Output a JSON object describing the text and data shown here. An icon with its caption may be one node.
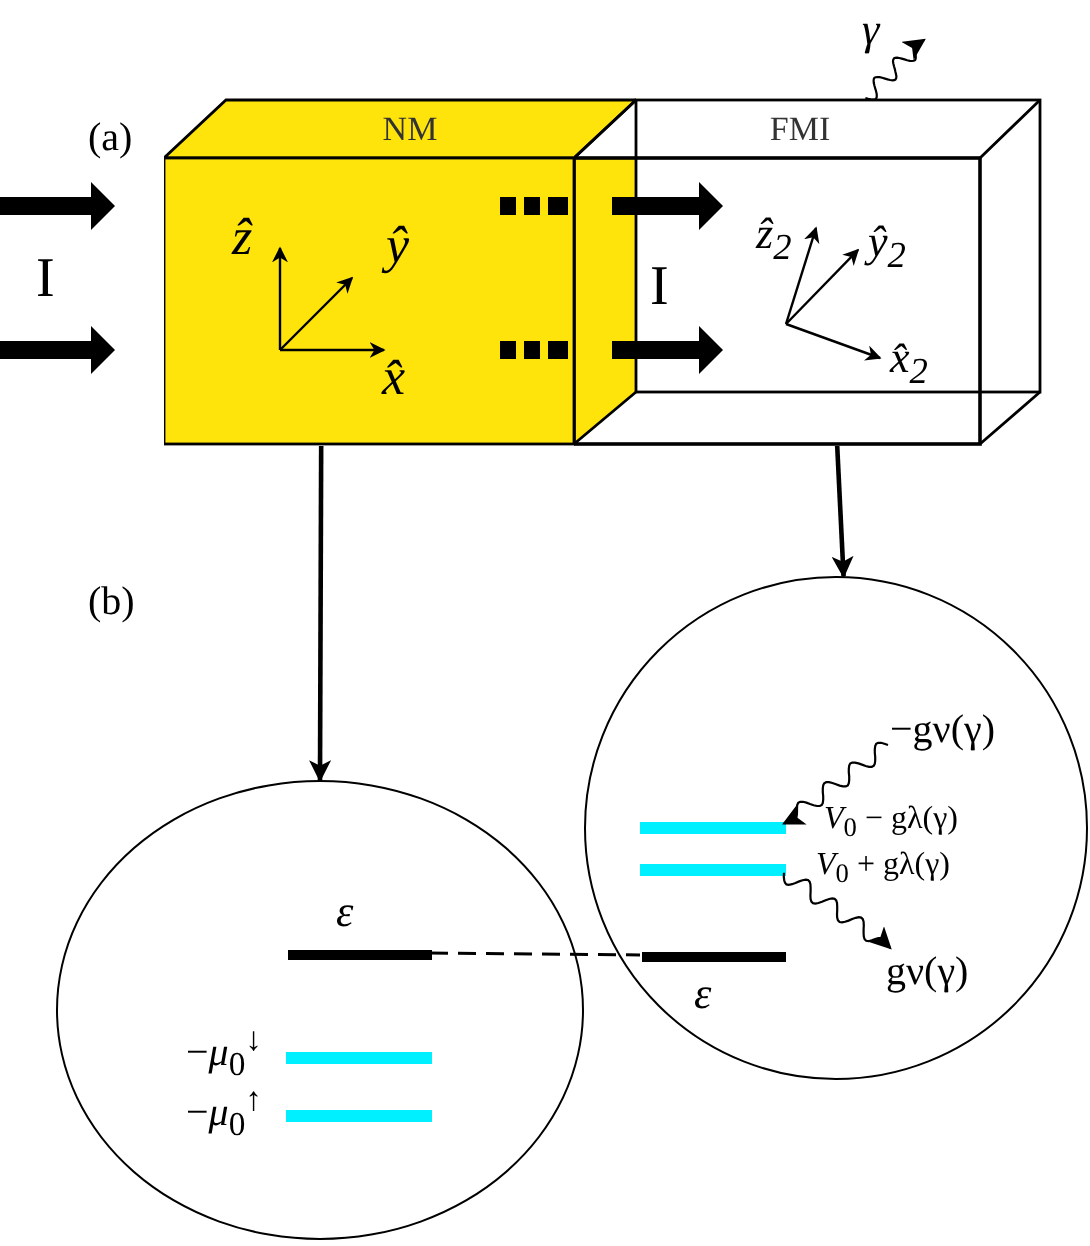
{
  "diagram": {
    "nodes": [
      {
        "text": [
          "NM"
        ]
      },
      {
        "text": [
          "FMI"
        ]
      },
      {
        "text": [],
        "shape": "circle"
      },
      {
        "text": [],
        "shape": "circle"
      },
      {
        "text": [],
        "shape": "bar",
        "in": 2,
        "beside": [
          "ε"
        ]
      },
      {
        "text": [],
        "shape": "bar",
        "in": 2,
        "beside": [
          "−*μ*$_{0}$$^{↓}$"
        ]
      },
      {
        "text": [],
        "shape": "bar",
        "in": 2,
        "beside": [
          "−*μ*$_{0}$$^{↑}$"
        ]
      },
      {
        "text": [
          "−gν(γ)"
        ],
        "in": 3
      },
      {
        "text": [],
        "shape": "bar",
        "in": 3,
        "beside": [
          "*V*$_{0}$ − gλ(γ)"
        ]
      },
      {
        "text": [],
        "shape": "bar",
        "in": 3,
        "beside": [
          "*V*$_{0}$ + gλ(γ)"
        ]
      },
      {
        "text": [
          "gν(γ)"
        ],
        "in": 3
      },
      {
        "text": [],
        "shape": "bar",
        "in": 3,
        "beside": [
          "ε"
        ]
      }
    ],
    "edges": [
      {
        "from": null,
        "to": 0,
        "arrow": "to",
        "style": "thick"
      },
      {
        "from": null,
        "to": 0,
        "arrow": "to",
        "style": "thick"
      },
      {
        "from": 0,
        "to": 1,
        "arrow": "to",
        "style": "dashed"
      },
      {
        "from": 0,
        "to": 1,
        "arrow": "to",
        "style": "dashed"
      },
      {
        "from": 0,
        "to": 2,
        "arrow": "to"
      },
      {
        "from": 1,
        "to": 3,
        "arrow": "to"
      },
      {
        "from": 4,
        "to": 11,
        "arrow": "none",
        "style": "dashed"
      },
      {
        "from": 1,
        "to": null,
        "arrow": "to",
        "label": "γ"
      },
      {
        "from": 7,
        "to": 8,
        "arrow": "to"
      },
      {
        "from": 9,
        "to": 10,
        "arrow": "to"
      }
    ],
    "labels": [
      "(a)",
      "I",
      "ẑ",
      "ŷ",
      "x̂",
      "I",
      "ẑ$_{2}$",
      "ŷ$_{2}$",
      "x̂$_{2}$",
      "(b)"
    ]
  }
}
